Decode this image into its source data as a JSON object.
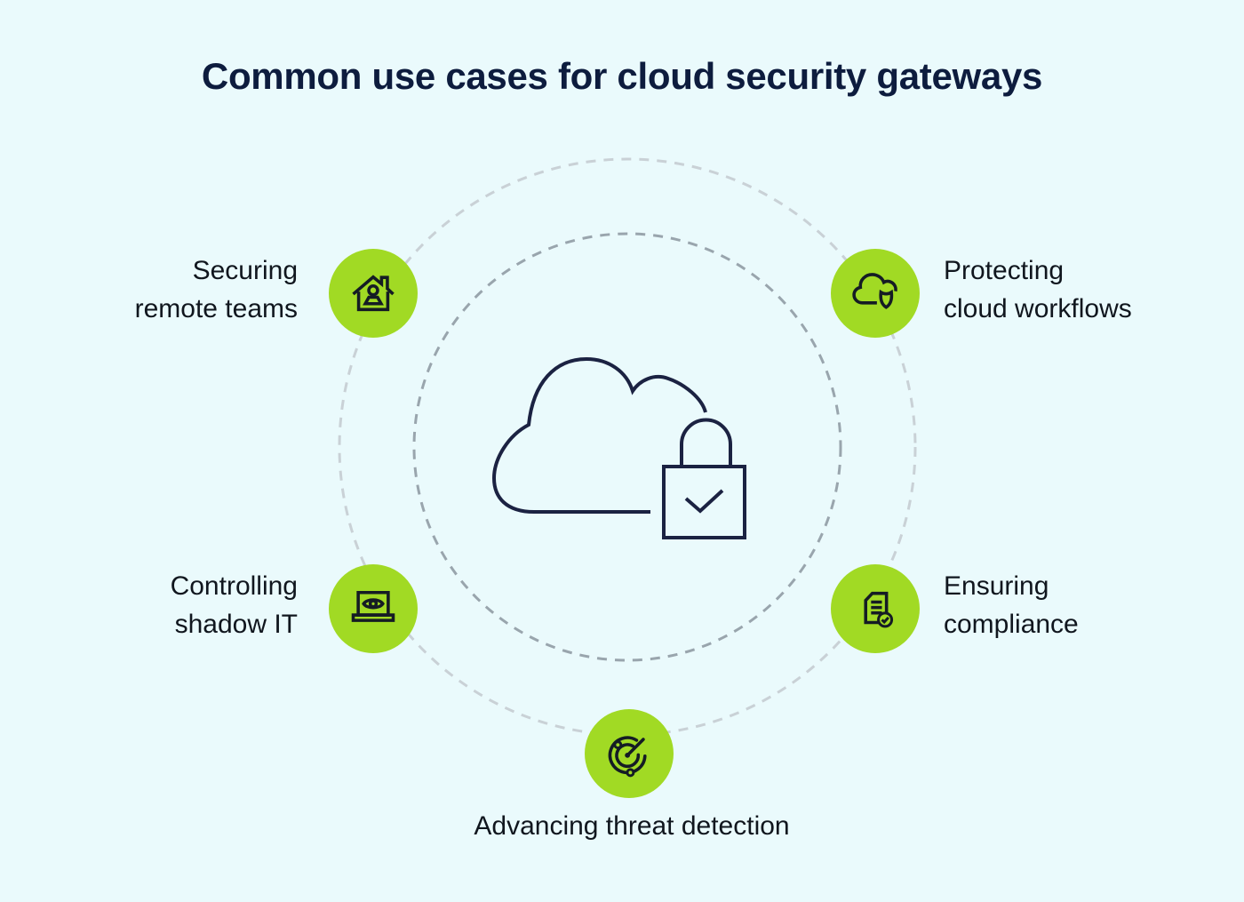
{
  "title": "Common use cases for cloud security gateways",
  "center_icon": "cloud-lock-icon",
  "use_cases": [
    {
      "name": "securing-remote-teams",
      "line1": "Securing",
      "line2": "remote teams",
      "icon": "house-user-icon"
    },
    {
      "name": "protecting-cloud-workflows",
      "line1": "Protecting",
      "line2": "cloud workflows",
      "icon": "cloud-shield-icon"
    },
    {
      "name": "controlling-shadow-it",
      "line1": "Controlling",
      "line2": "shadow IT",
      "icon": "laptop-eye-icon"
    },
    {
      "name": "ensuring-compliance",
      "line1": "Ensuring",
      "line2": "compliance",
      "icon": "document-check-icon"
    },
    {
      "name": "advancing-threat-detection",
      "line1": "Advancing threat detection",
      "icon": "radar-icon"
    }
  ],
  "colors": {
    "background": "#eafafc",
    "badge_green": "#a1da24",
    "icon_stroke": "#151c24",
    "center_stroke": "#1b2242",
    "title_navy": "#0d1c3e",
    "label_text": "#10161e",
    "orbit_outer": "#c9d1d6",
    "orbit_inner": "#99a5ad"
  }
}
